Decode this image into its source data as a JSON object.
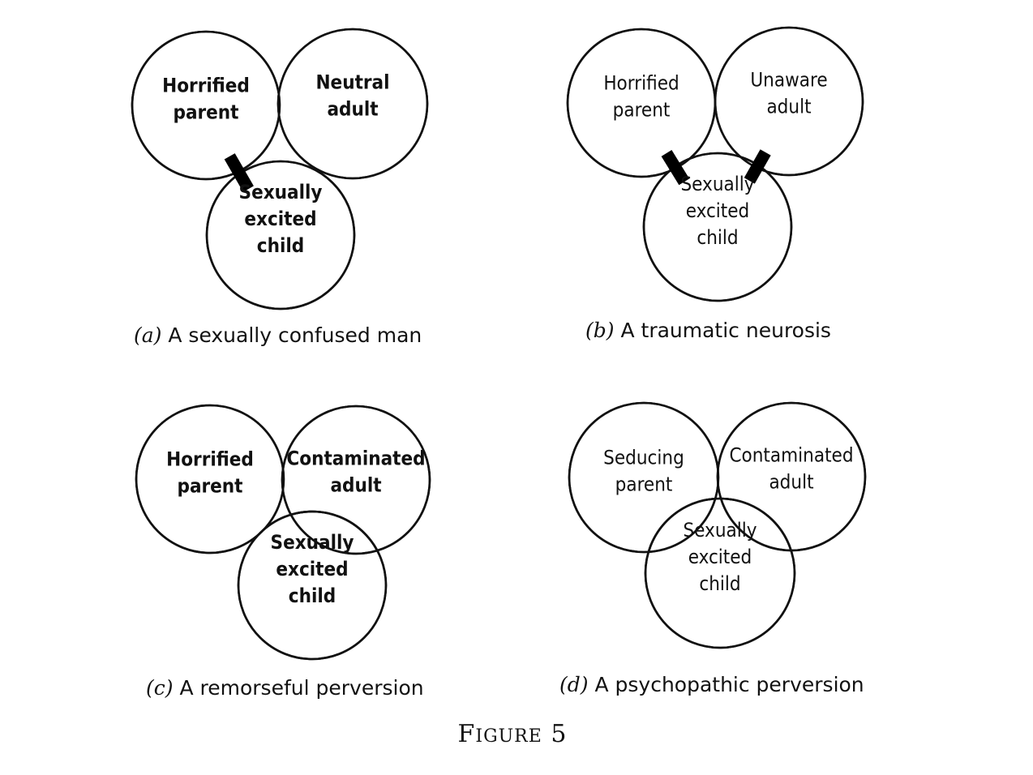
{
  "figure_title": "Figure 5",
  "panels": [
    {
      "id": "a",
      "letter": "(a)",
      "caption": "A sexually confused man",
      "bold_labels": true,
      "circles": {
        "parent": [
          "Horrified",
          "parent"
        ],
        "adult": [
          "Neutral",
          "adult"
        ],
        "child": [
          "Sexually",
          "excited",
          "child"
        ]
      },
      "connections": [
        "parent-child"
      ],
      "hatched_overlaps": []
    },
    {
      "id": "b",
      "letter": "(b)",
      "caption": "A traumatic neurosis",
      "bold_labels": false,
      "circles": {
        "parent": [
          "Horrified",
          "parent"
        ],
        "adult": [
          "Unaware",
          "adult"
        ],
        "child": [
          "Sexually",
          "excited",
          "child"
        ]
      },
      "connections": [
        "parent-child",
        "adult-child"
      ],
      "hatched_overlaps": []
    },
    {
      "id": "c",
      "letter": "(c)",
      "caption": "A remorseful perversion",
      "bold_labels": true,
      "circles": {
        "parent": [
          "Horrified",
          "parent"
        ],
        "adult": [
          "Contaminated",
          "adult"
        ],
        "child": [
          "Sexually",
          "excited",
          "child"
        ]
      },
      "connections": [],
      "hatched_overlaps": [
        "adult-child"
      ]
    },
    {
      "id": "d",
      "letter": "(d)",
      "caption": "A psychopathic perversion",
      "bold_labels": false,
      "circles": {
        "parent": [
          "Seducing",
          "parent"
        ],
        "adult": [
          "Contaminated",
          "adult"
        ],
        "child": [
          "Sexually",
          "excited",
          "child"
        ]
      },
      "connections": [],
      "hatched_overlaps": [
        "parent-child",
        "adult-child"
      ]
    }
  ]
}
